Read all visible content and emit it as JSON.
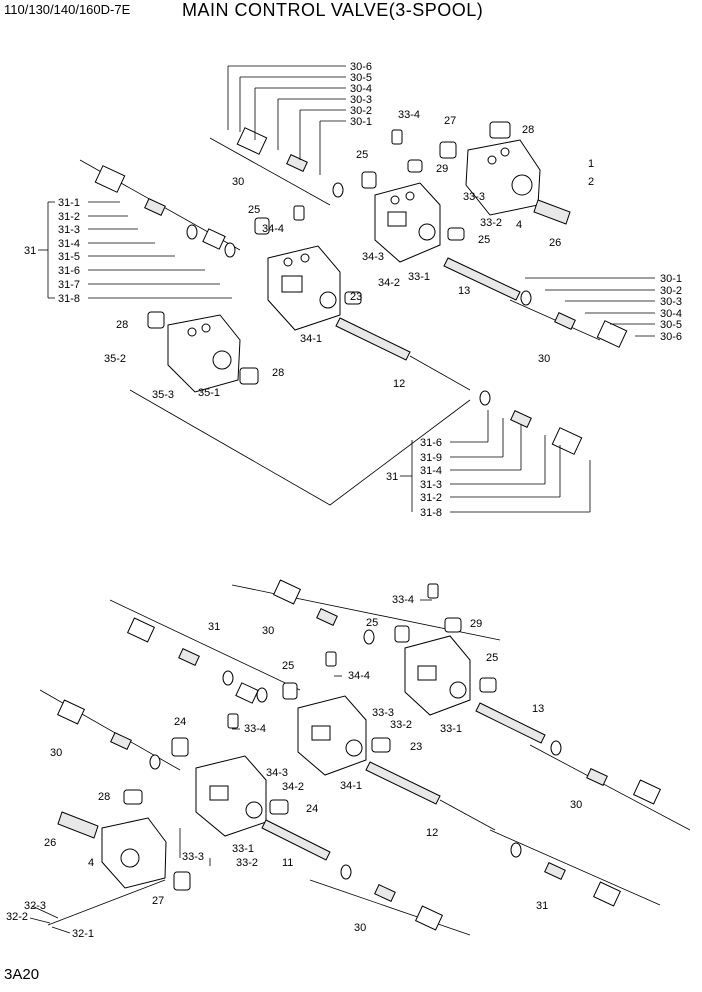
{
  "header": {
    "models": "110/130/140/160D-7E",
    "title": "MAIN CONTROL VALVE(3-SPOOL)"
  },
  "footer": {
    "page_code": "3A20"
  },
  "callouts": {
    "p1": "1",
    "p2": "2",
    "p4": "4",
    "p11": "11",
    "p12": "12",
    "p13": "13",
    "p23": "23",
    "p24": "24",
    "p25": "25",
    "p26": "26",
    "p27": "27",
    "p28": "28",
    "p29": "29",
    "p30": "30",
    "p30_1": "30-1",
    "p30_2": "30-2",
    "p30_3": "30-3",
    "p30_4": "30-4",
    "p30_5": "30-5",
    "p30_6": "30-6",
    "p31": "31",
    "p31_1": "31-1",
    "p31_2": "31-2",
    "p31_3": "31-3",
    "p31_4": "31-4",
    "p31_5": "31-5",
    "p31_6": "31-6",
    "p31_7": "31-7",
    "p31_8": "31-8",
    "p31_9": "31-9",
    "p32_1": "32-1",
    "p32_2": "32-2",
    "p32_3": "32-3",
    "p33_1": "33-1",
    "p33_2": "33-2",
    "p33_3": "33-3",
    "p33_4": "33-4",
    "p34_1": "34-1",
    "p34_2": "34-2",
    "p34_3": "34-3",
    "p34_4": "34-4",
    "p35_1": "35-1",
    "p35_2": "35-2",
    "p35_3": "35-3"
  }
}
